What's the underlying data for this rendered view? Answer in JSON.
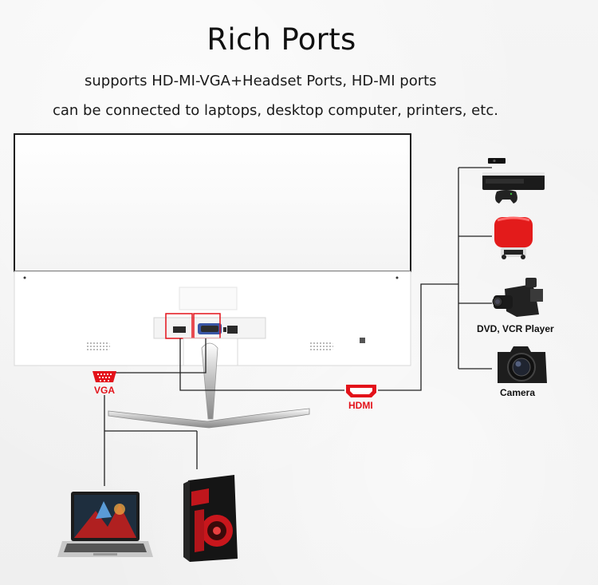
{
  "header": {
    "title": "Rich Ports",
    "line1": "supports HD-MI-VGA+Headset Ports, HD-MI ports",
    "line2": "can be connected to laptops, desktop computer, printers, etc."
  },
  "ports": {
    "vga_label": "VGA",
    "hdmi_label": "HDMI"
  },
  "devices": {
    "dvd_label": "DVD, VCR Player",
    "camera_label": "Camera"
  },
  "icons": [
    "game-console-icon",
    "speaker-icon",
    "camcorder-icon",
    "camera-icon",
    "laptop-icon",
    "desktop-tower-icon",
    "vga-port-icon",
    "hdmi-port-icon"
  ],
  "colors": {
    "accent": "#e3121a"
  }
}
